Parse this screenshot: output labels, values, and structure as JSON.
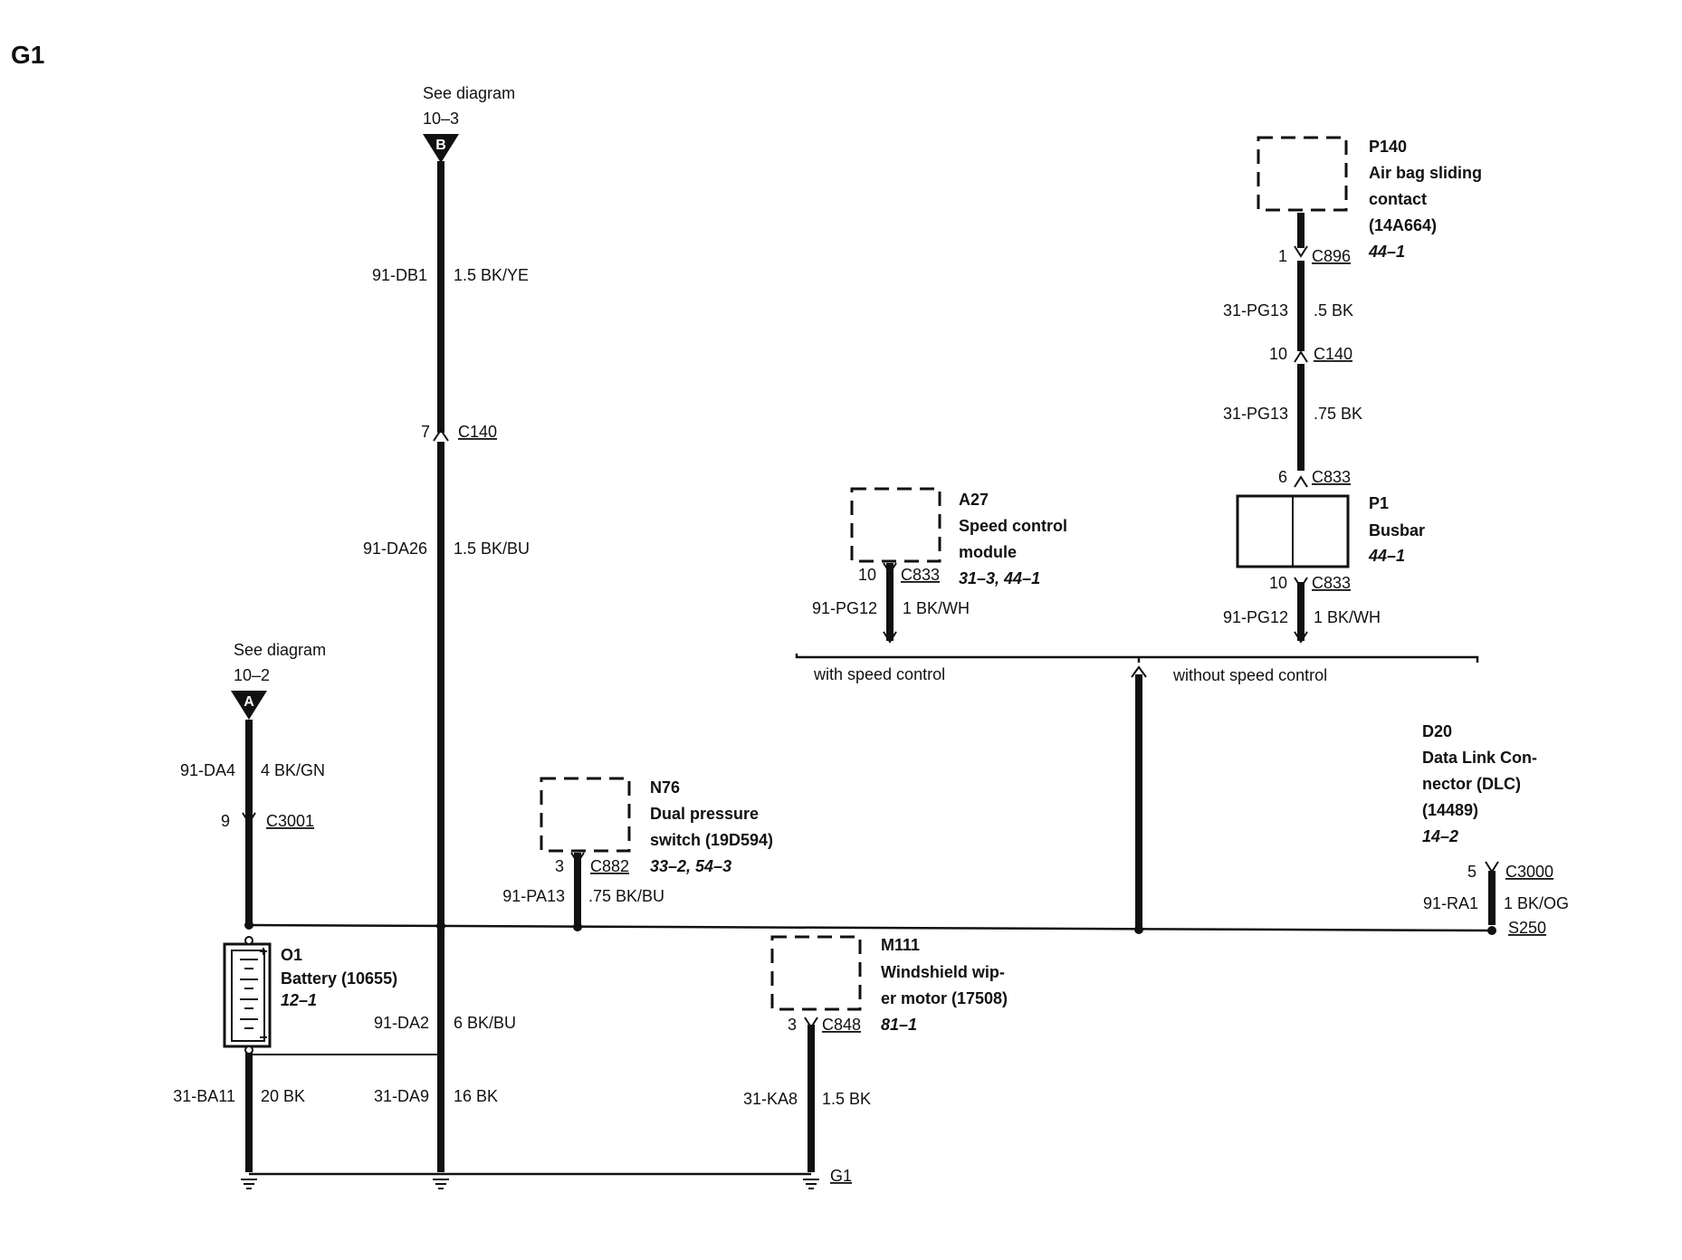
{
  "page_title": "G1",
  "connections": {
    "b": {
      "see": "See diagram",
      "ref": "10–3",
      "letter": "B"
    },
    "a": {
      "see": "See diagram",
      "ref": "10–2",
      "letter": "A"
    }
  },
  "wires": {
    "db1": {
      "id": "91-DB1",
      "spec": "1.5 BK/YE"
    },
    "da26": {
      "id": "91-DA26",
      "spec": "1.5 BK/BU"
    },
    "da4": {
      "id": "91-DA4",
      "spec": "4 BK/GN"
    },
    "da2": {
      "id": "91-DA2",
      "spec": "6 BK/BU"
    },
    "ba11": {
      "id": "31-BA11",
      "spec": "20 BK"
    },
    "da9": {
      "id": "31-DA9",
      "spec": "16 BK"
    },
    "pa13": {
      "id": "91-PA13",
      "spec": ".75 BK/BU"
    },
    "ka8": {
      "id": "31-KA8",
      "spec": "1.5 BK"
    },
    "pg12a": {
      "id": "91-PG12",
      "spec": "1 BK/WH"
    },
    "pg12b": {
      "id": "91-PG12",
      "spec": "1 BK/WH"
    },
    "pg13a": {
      "id": "31-PG13",
      "spec": ".5 BK"
    },
    "pg13b": {
      "id": "31-PG13",
      "spec": ".75 BK"
    },
    "ra1": {
      "id": "91-RA1",
      "spec": "1 BK/OG"
    }
  },
  "connectors": {
    "c140_left": {
      "pin": "7",
      "name": "C140"
    },
    "c3001": {
      "pin": "9",
      "name": "C3001"
    },
    "c882": {
      "pin": "3",
      "name": "C882"
    },
    "c848": {
      "pin": "3",
      "name": "C848"
    },
    "c833_a27": {
      "pin": "10",
      "name": "C833"
    },
    "c896": {
      "pin": "1",
      "name": "C896"
    },
    "c140_right": {
      "pin": "10",
      "name": "C140"
    },
    "c833_top": {
      "pin": "6",
      "name": "C833"
    },
    "c833_bottom": {
      "pin": "10",
      "name": "C833"
    },
    "c3000": {
      "pin": "5",
      "name": "C3000"
    }
  },
  "splice": "S250",
  "ground": "G1",
  "components": {
    "battery": {
      "code": "O1",
      "name": "Battery (10655)",
      "ref": "12–1"
    },
    "n76": {
      "code": "N76",
      "line1": "Dual pressure",
      "line2": "switch (19D594)",
      "ref": "33–2, 54–3"
    },
    "m111": {
      "code": "M111",
      "line1": "Windshield wip-",
      "line2": "er motor (17508)",
      "ref": "81–1"
    },
    "a27": {
      "code": "A27",
      "line1": "Speed control",
      "line2": "module",
      "ref": "31–3, 44–1"
    },
    "p140": {
      "code": "P140",
      "line1": "Air bag sliding",
      "line2": "contact",
      "line3": "(14A664)",
      "ref": "44–1"
    },
    "p1": {
      "code": "P1",
      "line1": "Busbar",
      "ref": "44–1"
    },
    "d20": {
      "code": "D20",
      "line1": "Data Link Con-",
      "line2": "nector (DLC)",
      "line3": "(14489)",
      "ref": "14–2"
    }
  },
  "options": {
    "with": "with speed control",
    "without": "without speed control"
  }
}
